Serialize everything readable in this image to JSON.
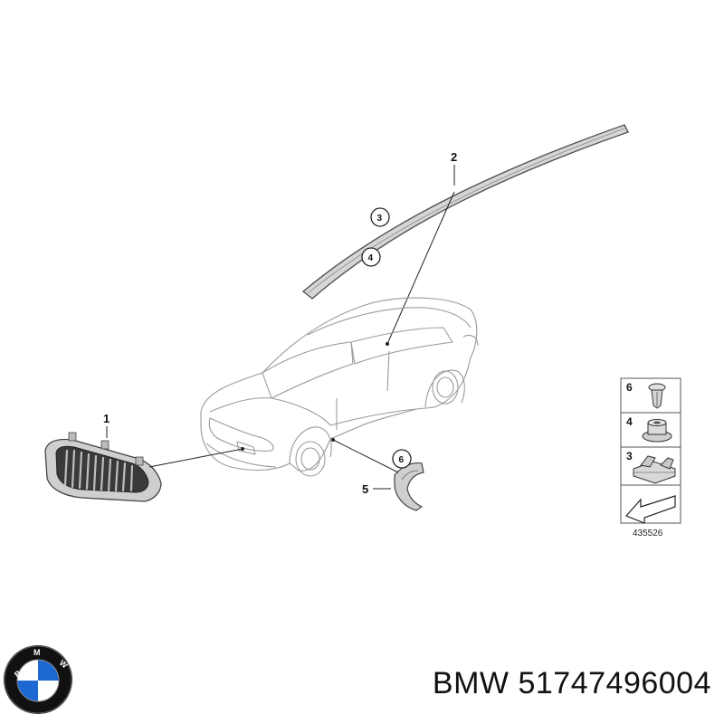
{
  "brand": {
    "logo_letters": "BMW",
    "colors": {
      "ring": "#111111",
      "blue": "#1c69d4",
      "white": "#ffffff"
    }
  },
  "caption": {
    "brand": "BMW",
    "part_number": "51747496004"
  },
  "diagram": {
    "callouts": {
      "c1": "1",
      "c2": "2",
      "c3": "3",
      "c4": "4",
      "c5": "5",
      "c6": "6"
    },
    "legend": [
      {
        "number": "6",
        "icon": "expanding-rivet-icon"
      },
      {
        "number": "4",
        "icon": "nut-icon"
      },
      {
        "number": "3",
        "icon": "clip-icon"
      },
      {
        "number": "",
        "icon": "arrow-icon"
      }
    ],
    "reference_number": "435526"
  }
}
